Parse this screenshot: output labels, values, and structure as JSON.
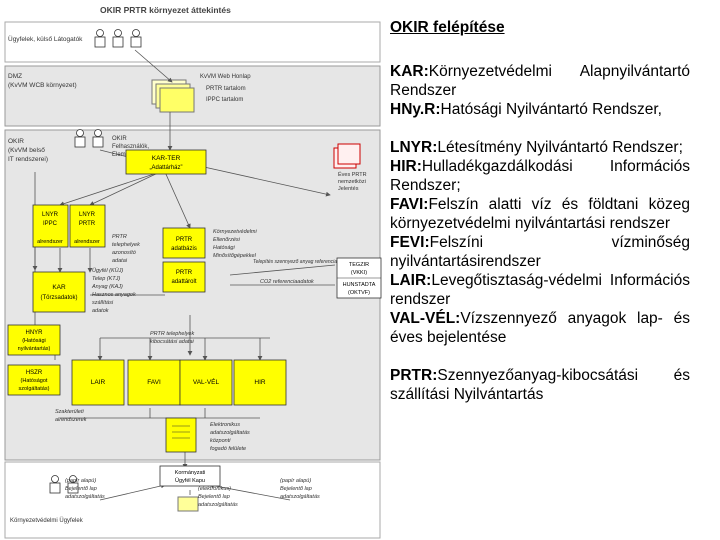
{
  "diagram": {
    "top_title": "OKIR PRTR környezet áttekintés",
    "zones": {
      "clients": "Ügyfelek, külső Látogatók",
      "dmz_1": "DMZ",
      "dmz_2": "(KvVM WCB környezet)",
      "okir_1": "OKIR",
      "okir_2": "(KvVM belső",
      "okir_3": "IT rendszerei)",
      "officials": "Környezetvédelmi Ügyfelek"
    },
    "web": {
      "label_1": "KvVM Web Honlap",
      "label_2": "PRTR tartalom",
      "label_3": "IPPC tartalom"
    },
    "okir_users": {
      "label_1": "OKIR",
      "label_2": "Felhasználók,",
      "label_3": "Elemzők"
    },
    "boxes": {
      "kar_ter_1": "KAR-TER",
      "kar_ter_2": "„Adattárház”",
      "lnyr_ippc_1": "LNYR",
      "lnyr_ippc_2": "IPPC",
      "lnyr_ippc_3": "alrendszer",
      "lnyr_prtr_1": "LNYR",
      "lnyr_prtr_2": "PRTR",
      "lnyr_prtr_3": "alrendszer",
      "kar_1": "KAR",
      "kar_2": "(Törzsadatok)",
      "prtr_db_1": "PRTR",
      "prtr_db_2": "adatbázis",
      "prtr_wh_1": "PRTR",
      "prtr_wh_2": "adattárolt",
      "hnyr_1": "HNYR",
      "hnyr_2": "(Hatósági",
      "hnyr_3": "nyilvántartás)",
      "hszr_1": "HSZR",
      "hszr_2": "(Hatóságot",
      "hszr_3": "szolgáltatás)",
      "lair": "LAIR",
      "favi": "FAVI",
      "val_vel": "VAL-VÉL",
      "hir": "HIR",
      "tegzir_1": "TEGZIR",
      "tegzir_2": "(VKKI)",
      "tegzir_3": "HUNSTADTA",
      "tegzir_4": "(OKTVF)",
      "kapu_1": "Kormányzati",
      "kapu_2": "Ügyfél Kapu"
    },
    "annotations": {
      "annual_report_1": "Éves PRTR",
      "annual_report_2": "nemzetközi",
      "annual_report_3": "Jelentés",
      "prtr_sites_1": "PRTR",
      "prtr_sites_2": "telephelyek",
      "prtr_sites_3": "azonosító",
      "prtr_sites_4": "adatai",
      "env_1": "Környezetvédelmi",
      "env_2": "Ellenőrzési",
      "env_3": "Hatósági",
      "env_4": "Minősítőgépekkel",
      "bullets": [
        "Ügyfél (KÜJ)",
        "Telep (KTJ)",
        "Anyag (KAJ)",
        "Hasznos anyagok",
        "szállítási",
        "adatok"
      ],
      "site_data": "Telepítés szennyező anyag referenciaadatok",
      "co2": "CO2 referenciaadatok",
      "prtr_report_1": "PRTR telephelyek",
      "prtr_report_2": "kibocsátási adatai",
      "district_1": "Szakterületi",
      "district_2": "alrendszerek",
      "elec_1": "Elektronikus",
      "elec_2": "adatszolgáltatás",
      "elec_3": "központi",
      "elec_4": "fogadó felülete",
      "paper_left_1": "(papír alapú)",
      "paper_left_2": "Bejelentő lap",
      "paper_left_3": "adatszolgáltatás",
      "elec_mid_1": "(elektronikus)",
      "elec_mid_2": "Bejelentő lap",
      "elec_mid_3": "adatszolgáltatás",
      "paper_right_1": "(papír alapú)",
      "paper_right_2": "Bejelentő lap",
      "paper_right_3": "adatszolgáltatás"
    }
  },
  "panel": {
    "title": "OKIR felépítése",
    "kar": {
      "abbr": "KAR:",
      "text": "Környezetvédelmi Alapnyilvántartó Rendszer"
    },
    "hnyr": {
      "abbr": "HNy.R:",
      "text": "Hatósági Nyilvántartó Rendszer,"
    },
    "lnyr": {
      "abbr": "LNYR:",
      "text": "Létesítmény Nyilvántartó Rendszer;"
    },
    "hir": {
      "abbr": "HIR:",
      "text": "Hulladékgazdálkodási Információs Rendszer;"
    },
    "favi": {
      "abbr": "FAVI:",
      "text": "Felszín alatti víz és földtani közeg környezetvédelmi nyilvántartási rendszer"
    },
    "fevi": {
      "abbr": "FEVI:",
      "text": "Felszíni vízminőség nyilvántartásirendszer"
    },
    "lair": {
      "abbr": "LAIR:",
      "text": "Levegőtisztaság-védelmi Információs rendszer"
    },
    "valvel": {
      "abbr": "VAL-VÉL:",
      "text": "Vízszennyező anyagok lap- és éves bejelentése"
    },
    "prtr": {
      "abbr": "PRTR:",
      "text": "Szennyezőanyag-kibocsátási és szállítási Nyilvántartás"
    }
  },
  "colors": {
    "yellow": "#ffff00",
    "zone_gray": "#e6e6e6",
    "zone_border": "#9a9a9a",
    "line": "#555555",
    "red": "#cc0000",
    "red_fill": "#fff0f0"
  }
}
